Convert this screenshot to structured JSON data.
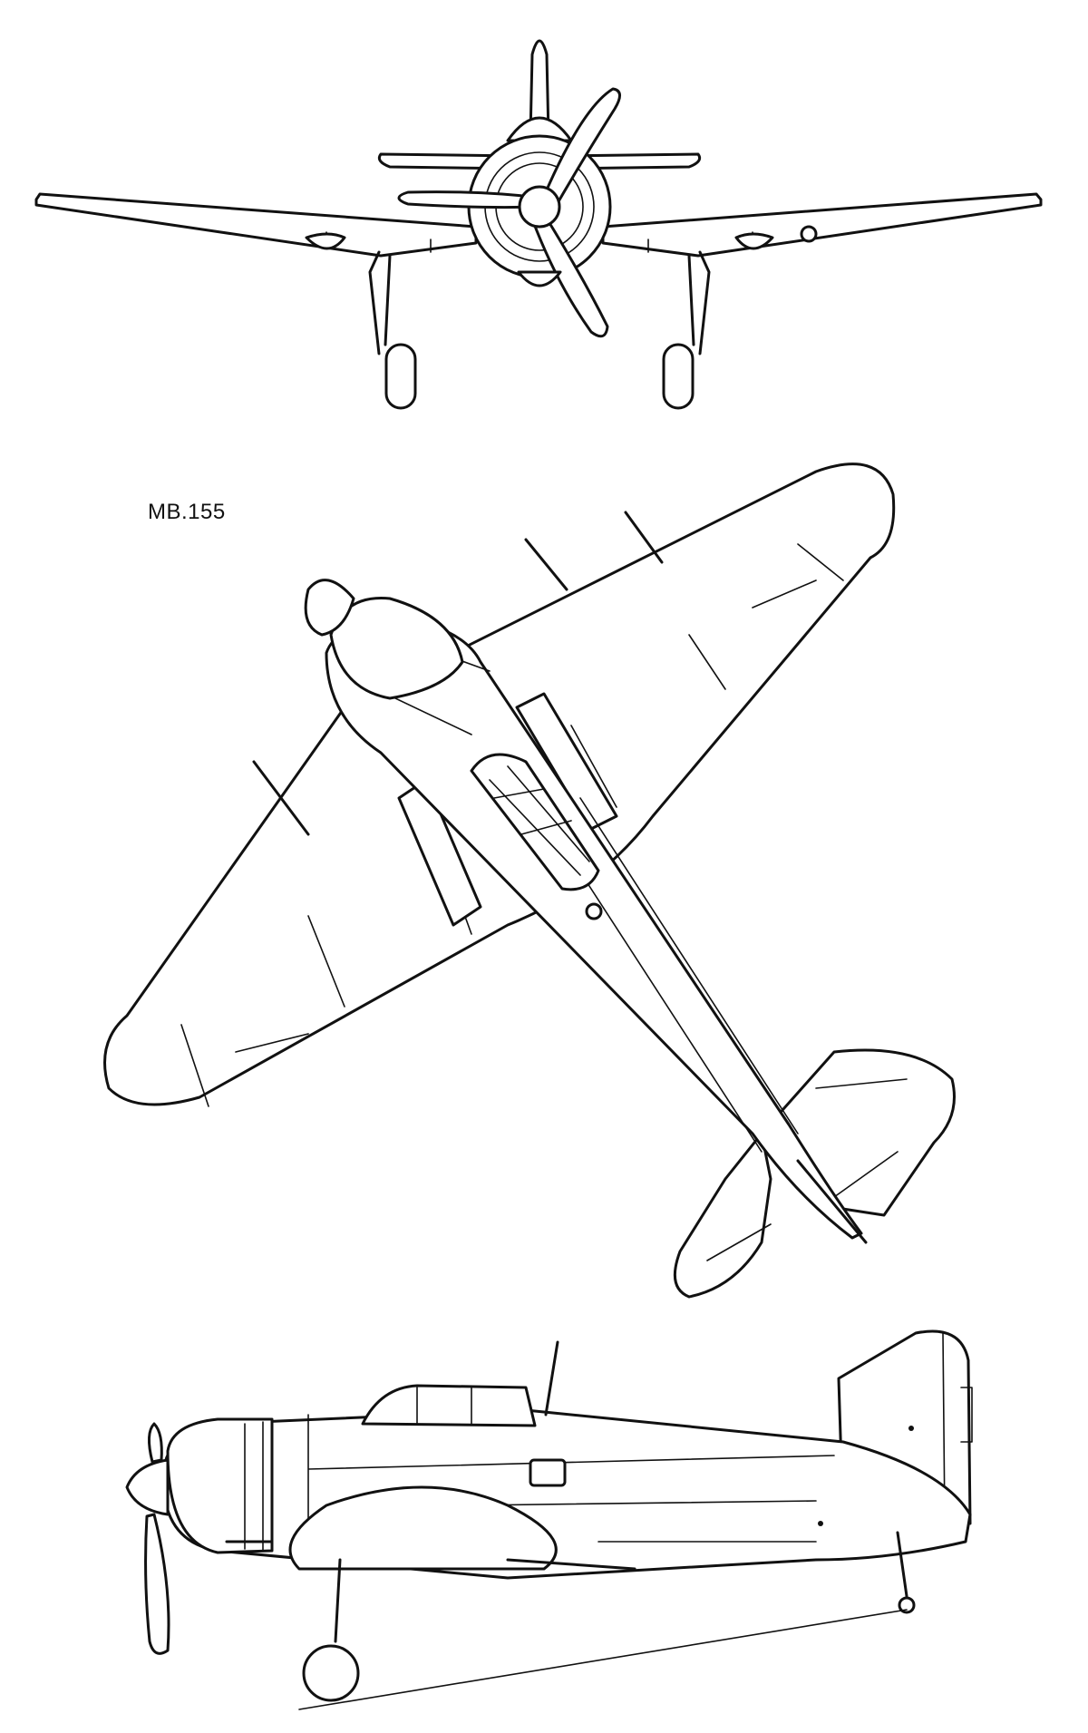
{
  "drawing": {
    "label": "MB.155",
    "views": [
      {
        "name": "front-view"
      },
      {
        "name": "plan-view"
      },
      {
        "name": "side-view"
      }
    ]
  }
}
